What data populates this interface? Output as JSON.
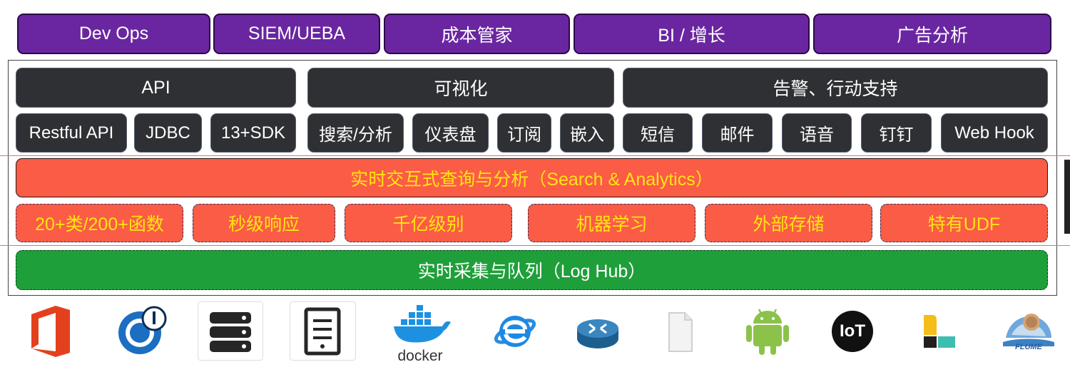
{
  "top_row": [
    "Dev Ops",
    "SIEM/UEBA",
    "成本管家",
    "BI / 增长",
    "广告分析"
  ],
  "service_headers": [
    "API",
    "可视化",
    "告警、行动支持"
  ],
  "service_items": [
    "Restful API",
    "JDBC",
    "13+SDK",
    "搜索/分析",
    "仪表盘",
    "订阅",
    "嵌入",
    "短信",
    "邮件",
    "语音",
    "钉钉",
    "Web Hook"
  ],
  "analytics": {
    "title": "实时交互式查询与分析（Search & Analytics）",
    "features": [
      "20+类/200+函数",
      "秒级响应",
      "千亿级别",
      "机器学习",
      "外部存储",
      "特有UDF"
    ]
  },
  "collection": {
    "title": "实时采集与队列（Log Hub）"
  },
  "sources": {
    "docker_label": "docker",
    "iot_label": "IoT",
    "flume_label": "FLUME",
    "icons": [
      "office-icon",
      "globe-logo-icon",
      "server-rack-icon",
      "server-tower-icon",
      "docker-icon",
      "internet-explorer-icon",
      "router-icon",
      "document-icon",
      "android-icon",
      "iot-icon",
      "elastic-logstash-icon",
      "flume-icon"
    ]
  },
  "colors": {
    "purple": "#6a26a0",
    "dark": "#2f3034",
    "red": "#fb5c45",
    "yellow_text": "#ffe514",
    "green": "#1f9f3a"
  }
}
